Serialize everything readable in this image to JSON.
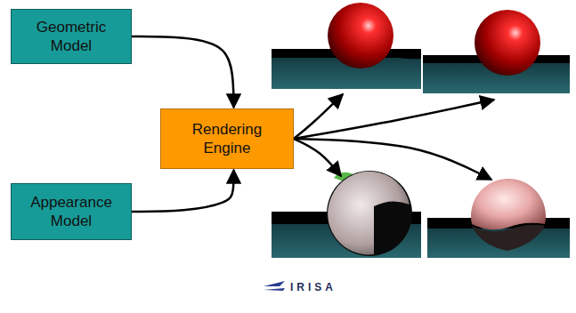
{
  "diagram": {
    "nodes": [
      {
        "text": [
          "Geometric Model"
        ]
      },
      {
        "text": [
          "Appearance Model"
        ]
      },
      {
        "text": [
          "Rendering Engine"
        ]
      }
    ],
    "edges": [
      {
        "from": 0,
        "to": 2,
        "arrow": "to"
      },
      {
        "from": 1,
        "to": 2,
        "arrow": "to"
      }
    ],
    "labels": [
      "IRISA"
    ]
  }
}
